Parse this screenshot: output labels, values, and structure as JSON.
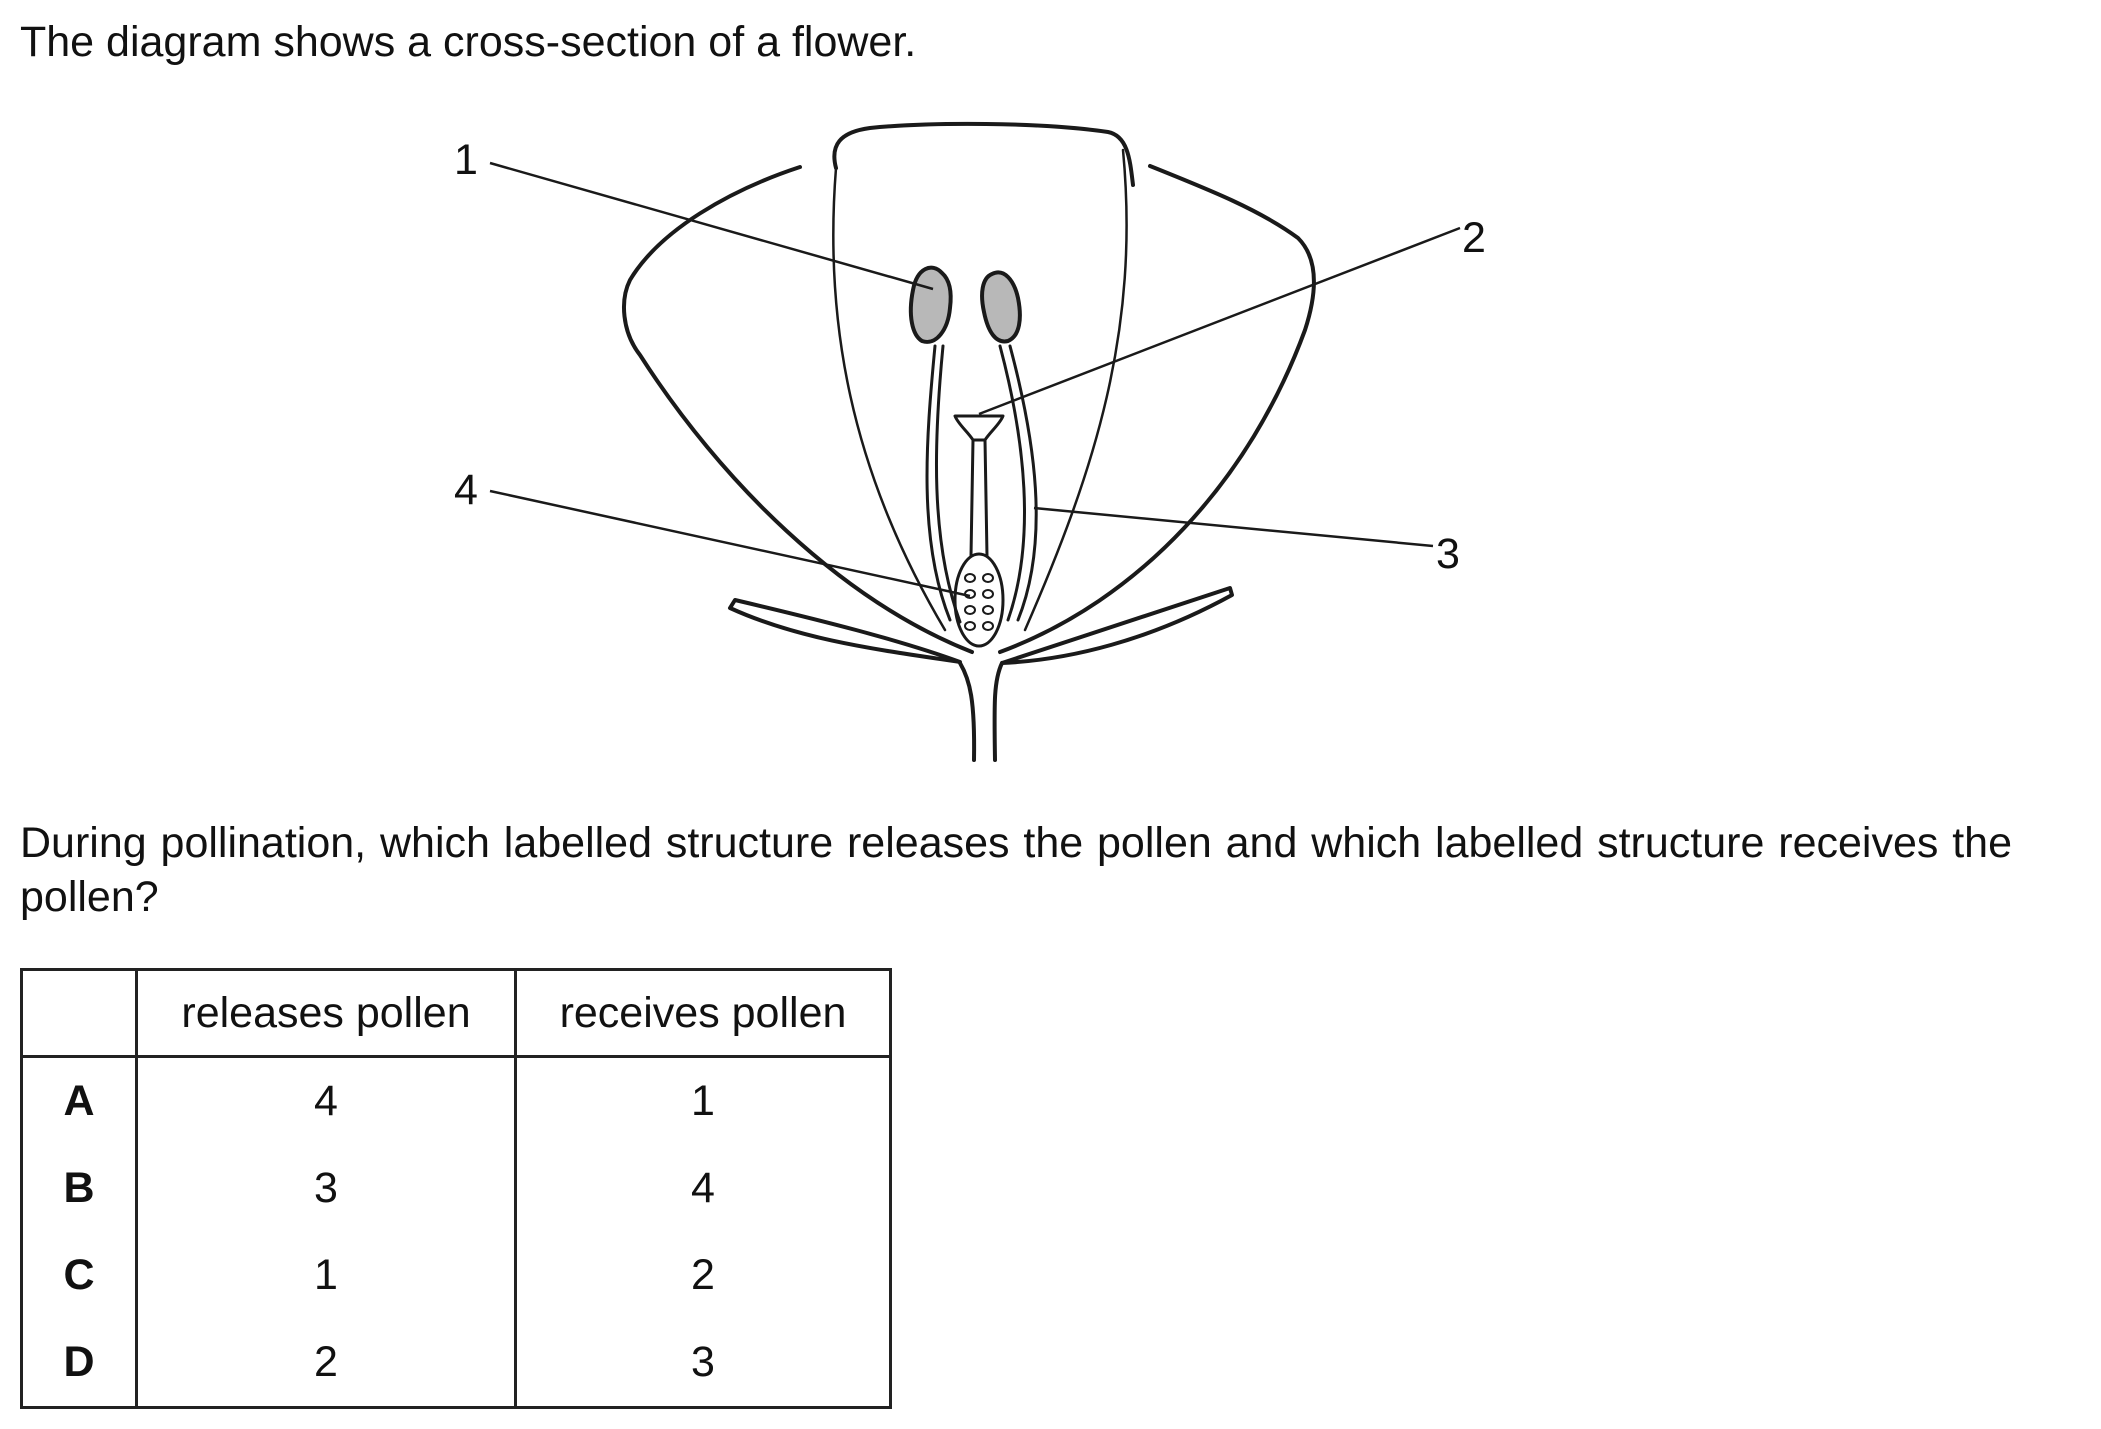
{
  "intro_text": "The diagram shows a cross-section of a flower.",
  "diagram": {
    "labels": {
      "one": "1",
      "two": "2",
      "three": "3",
      "four": "4"
    },
    "colors": {
      "line": "#1a1a1a",
      "anther_fill": "#b8b8b8"
    }
  },
  "question_text": "During pollination, which labelled structure releases the pollen and which labelled structure receives the pollen?",
  "table": {
    "headers": [
      "",
      "releases pollen",
      "receives pollen"
    ],
    "rows": [
      {
        "option": "A",
        "releases": "4",
        "receives": "1"
      },
      {
        "option": "B",
        "releases": "3",
        "receives": "4"
      },
      {
        "option": "C",
        "releases": "1",
        "receives": "2"
      },
      {
        "option": "D",
        "releases": "2",
        "receives": "3"
      }
    ]
  }
}
